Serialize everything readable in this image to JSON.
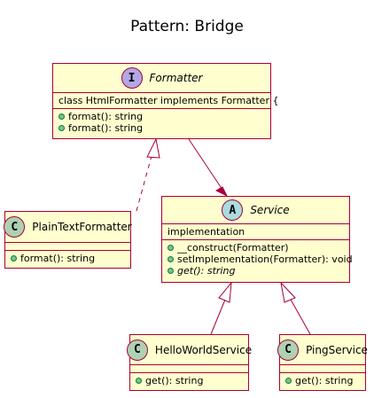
{
  "title": "Pattern: Bridge",
  "colors": {
    "class_fill": "#fefece",
    "class_border": "#a80036",
    "interface_badge": "#b4a7e5",
    "class_badge": "#add1b2",
    "abstract_badge": "#a9dcdf",
    "method_dot": "#84be84"
  },
  "classes": {
    "formatter": {
      "stereotype_letter": "I",
      "name": "Formatter",
      "field": "class HtmlFormatter implements Formatter {",
      "methods": [
        "format(): string",
        "format(): string"
      ]
    },
    "plaintext": {
      "stereotype_letter": "C",
      "name": "PlainTextFormatter",
      "methods": [
        "format(): string"
      ]
    },
    "service": {
      "stereotype_letter": "A",
      "name": "Service",
      "field": "implementation",
      "methods": [
        "__construct(Formatter)",
        "setImplementation(Formatter): void",
        "get(): string"
      ]
    },
    "helloworld": {
      "stereotype_letter": "C",
      "name": "HelloWorldService",
      "methods": [
        "get(): string"
      ]
    },
    "ping": {
      "stereotype_letter": "C",
      "name": "PingService",
      "methods": [
        "get(): string"
      ]
    }
  }
}
